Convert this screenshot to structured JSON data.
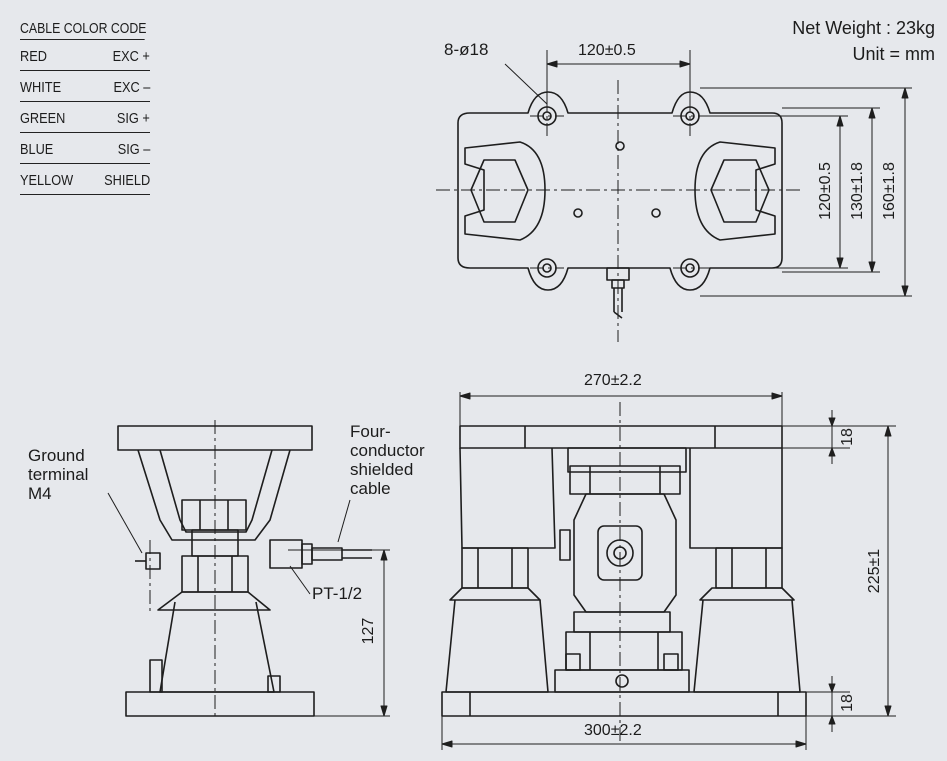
{
  "cable_color_code": {
    "title": "CABLE COLOR CODE",
    "rows": [
      {
        "color": "RED",
        "signal": "EXC +"
      },
      {
        "color": "WHITE",
        "signal": "EXC –"
      },
      {
        "color": "GREEN",
        "signal": "SIG +"
      },
      {
        "color": "BLUE",
        "signal": "SIG –"
      },
      {
        "color": "YELLOW",
        "signal": "SHIELD"
      }
    ]
  },
  "notes": {
    "net_weight": "Net Weight : 23kg",
    "unit": "Unit = mm"
  },
  "top_view": {
    "holes_label": "8-ø18",
    "dim_hole_spacing_x": "120±0.5",
    "dim_hole_spacing_y": "120±0.5",
    "dim_inner_height": "130±1.8",
    "dim_outer_height": "160±1.8"
  },
  "side_view": {
    "ground_terminal": [
      "Ground",
      "terminal",
      "M4"
    ],
    "cable": [
      "Four-",
      "conductor",
      "shielded",
      "cable"
    ],
    "thread": "PT-1/2",
    "dim_height": "127"
  },
  "front_view": {
    "dim_top_width": "270±2.2",
    "dim_bottom_width": "300±2.2",
    "dim_top_plate": "18",
    "dim_bottom_plate": "18",
    "dim_total_height": "225±1"
  }
}
